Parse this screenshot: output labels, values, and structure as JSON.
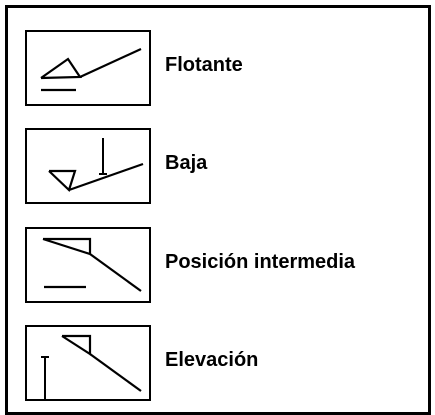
{
  "modes": [
    {
      "id": "flotante",
      "label": "Flotante",
      "icon": "floating-mode-icon"
    },
    {
      "id": "baja",
      "label": "Baja",
      "icon": "lower-mode-icon"
    },
    {
      "id": "intermedia",
      "label": "Posición intermedia",
      "icon": "intermediate-position-icon"
    },
    {
      "id": "elevacion",
      "label": "Elevación",
      "icon": "raise-mode-icon"
    }
  ]
}
